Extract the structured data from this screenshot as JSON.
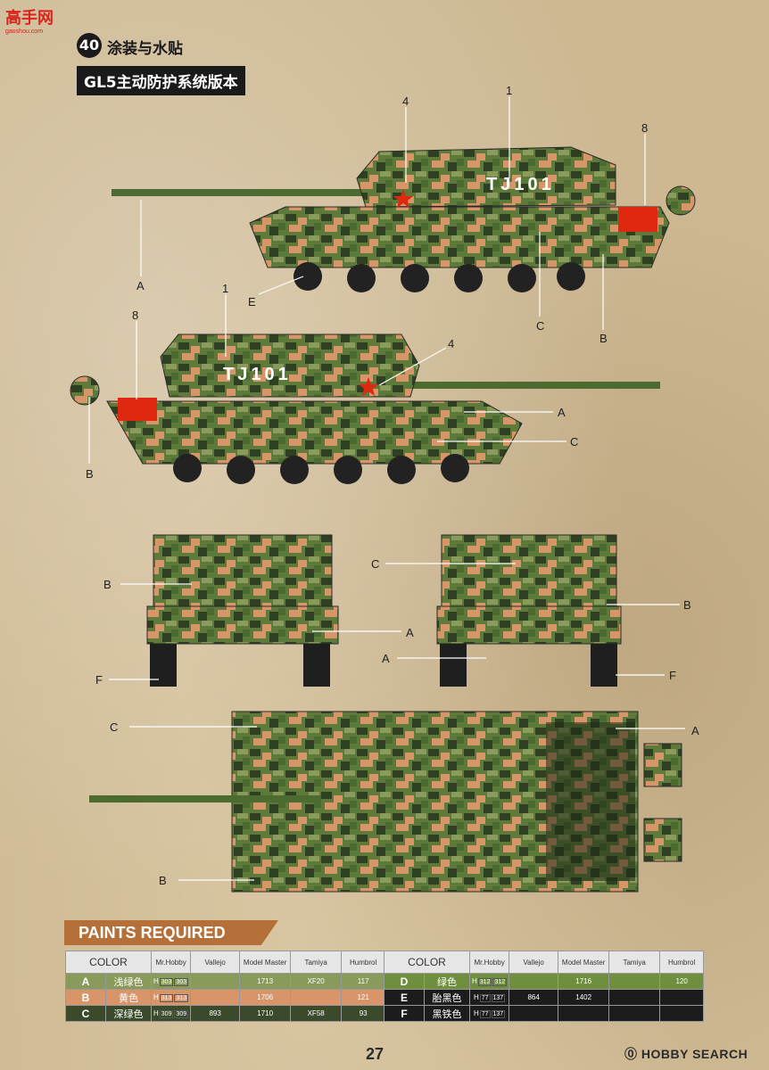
{
  "watermark": {
    "main": "高手网",
    "sub": "gaoshou.com"
  },
  "section": {
    "number": "40",
    "title": "涂装与水贴"
  },
  "subtitle": "GL5主动防护系统版本",
  "tank_marking": "TJ101",
  "callouts": {
    "side1": [
      "4",
      "1",
      "8",
      "A",
      "E",
      "C",
      "B"
    ],
    "side2": [
      "1",
      "8",
      "4",
      "A",
      "C",
      "B"
    ],
    "front": [
      "B",
      "A",
      "F"
    ],
    "rear": [
      "C",
      "B",
      "A",
      "F"
    ],
    "top": [
      "C",
      "A",
      "B"
    ]
  },
  "paints": {
    "title": "PAINTS REQUIRED",
    "headers": [
      "COLOR",
      "Mr.Hobby",
      "Vallejo",
      "Model Master",
      "Tamiya",
      "Humbrol"
    ],
    "left": [
      {
        "letter": "A",
        "name": "浅绿色",
        "mrhobby": "H",
        "code1": "303",
        "code2": "303",
        "vallejo": "",
        "model_master": "1713",
        "tamiya": "XF20",
        "humbrol": "117",
        "color": "#8a9a5b"
      },
      {
        "letter": "B",
        "name": "黄色",
        "mrhobby": "H",
        "code1": "313",
        "code2": "313",
        "vallejo": "",
        "model_master": "1706",
        "tamiya": "",
        "humbrol": "121",
        "color": "#d9956a"
      },
      {
        "letter": "C",
        "name": "深绿色",
        "mrhobby": "H",
        "code1": "309",
        "code2": "309",
        "vallejo": "893",
        "model_master": "1710",
        "tamiya": "XF58",
        "humbrol": "93",
        "color": "#3a4a2a"
      }
    ],
    "right": [
      {
        "letter": "D",
        "name": "绿色",
        "mrhobby": "H",
        "code1": "312",
        "code2": "312",
        "vallejo": "",
        "model_master": "1716",
        "tamiya": "",
        "humbrol": "120",
        "color": "#6f8f3e"
      },
      {
        "letter": "E",
        "name": "胎黑色",
        "mrhobby": "H",
        "code1": "77",
        "code2": "137",
        "vallejo": "864",
        "model_master": "1402",
        "tamiya": "",
        "humbrol": "",
        "color": "#1c1c1c"
      },
      {
        "letter": "F",
        "name": "黑铁色",
        "mrhobby": "H",
        "code1": "77",
        "code2": "137",
        "vallejo": "",
        "model_master": "",
        "tamiya": "",
        "humbrol": "",
        "color": "#1c1c1c"
      }
    ]
  },
  "page_number": "27",
  "brand": "HOBBY SEARCH"
}
